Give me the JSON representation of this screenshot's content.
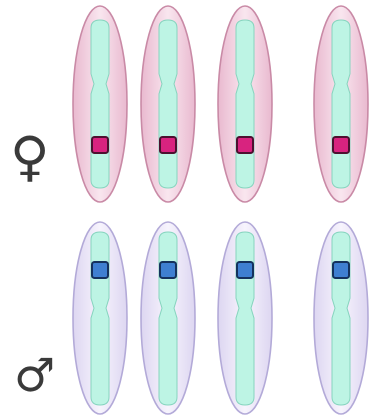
{
  "symbols": {
    "female": "♀",
    "male": "♂"
  },
  "rows": [
    {
      "name": "female-row",
      "count": 4,
      "ellipse_fill": "#f3d3e2",
      "ellipse_stroke": "#c98aa6",
      "marker_fill": "#d8237f",
      "marker_stroke": "#4d1030"
    },
    {
      "name": "male-row",
      "count": 4,
      "ellipse_fill": "#eee8f8",
      "ellipse_stroke": "#b3aad8",
      "marker_fill": "#3f7fd1",
      "marker_stroke": "#15325e"
    }
  ],
  "colors": {
    "chromatid": "#bdf4e4",
    "chromatid_stroke": "#86d4be"
  }
}
